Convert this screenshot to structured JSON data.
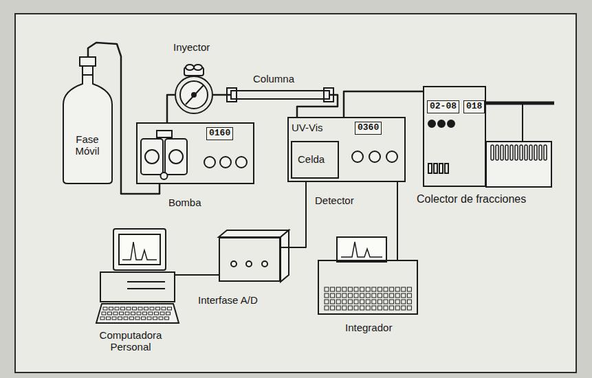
{
  "diagram": {
    "nodes": [
      {
        "text": [
          "Fase Móvil"
        ]
      },
      {
        "text": [
          "Inyector"
        ]
      },
      {
        "text": [
          "Columna"
        ]
      },
      {
        "text": [
          "0160",
          "Bomba"
        ]
      },
      {
        "text": [
          "UV-Vis",
          "0360",
          "Detector"
        ]
      },
      {
        "text": [
          "Celda"
        ],
        "in": 4
      },
      {
        "text": [
          "02-08",
          "018",
          "Colector de fracciones"
        ]
      },
      {
        "text": [
          "Computadora Personal"
        ]
      },
      {
        "text": [
          "Interfase A/D"
        ]
      },
      {
        "text": [
          "Integrador"
        ]
      }
    ],
    "edges": [
      {
        "from": 0,
        "to": 3,
        "arrow": "none"
      },
      {
        "from": 3,
        "to": 1,
        "arrow": "none"
      },
      {
        "from": 1,
        "to": 2,
        "arrow": "none"
      },
      {
        "from": 2,
        "to": 4,
        "arrow": "none"
      },
      {
        "from": 4,
        "to": 6,
        "arrow": "none"
      },
      {
        "from": 4,
        "to": 8,
        "arrow": "none"
      },
      {
        "from": 8,
        "to": 7,
        "arrow": "none"
      },
      {
        "from": 4,
        "to": 9,
        "arrow": "none"
      }
    ]
  }
}
